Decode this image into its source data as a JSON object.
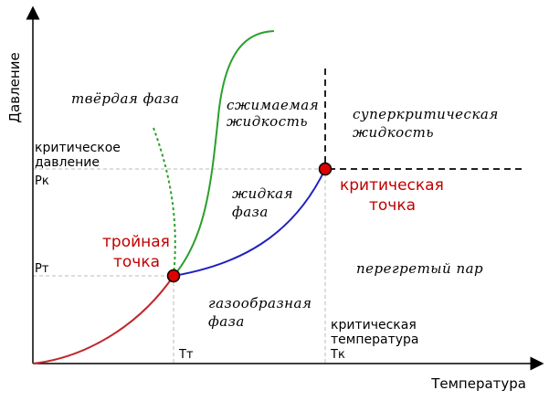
{
  "axes": {
    "y_label": "Давление",
    "x_label": "Температура"
  },
  "phases": {
    "solid": "твёрдая фаза",
    "compressible_line1": "сжимаемая",
    "compressible_line2": "жидкость",
    "supercritical_line1": "суперкритическая",
    "supercritical_line2": "жидкость",
    "liquid_line1": "жидкая",
    "liquid_line2": "фаза",
    "gas_line1": "газообразная",
    "gas_line2": "фаза",
    "vapor": "перегретый пар"
  },
  "points": {
    "triple_line1": "тройная",
    "triple_line2": "точка",
    "critical_line1": "критическая",
    "critical_line2": "точка"
  },
  "pressure": {
    "crit_line1": "критическое",
    "crit_line2": "давление",
    "pk": "Pк",
    "pt": "Pт"
  },
  "temperature": {
    "crit_line1": "критическая",
    "crit_line2": "температура",
    "tk": "Tк",
    "tt": "Tт"
  },
  "colors": {
    "sublimation": "#c0282d",
    "melting": "#2aa02a",
    "vaporization": "#2020c0",
    "point_fill": "#e00000",
    "label_red": "#c00000"
  }
}
